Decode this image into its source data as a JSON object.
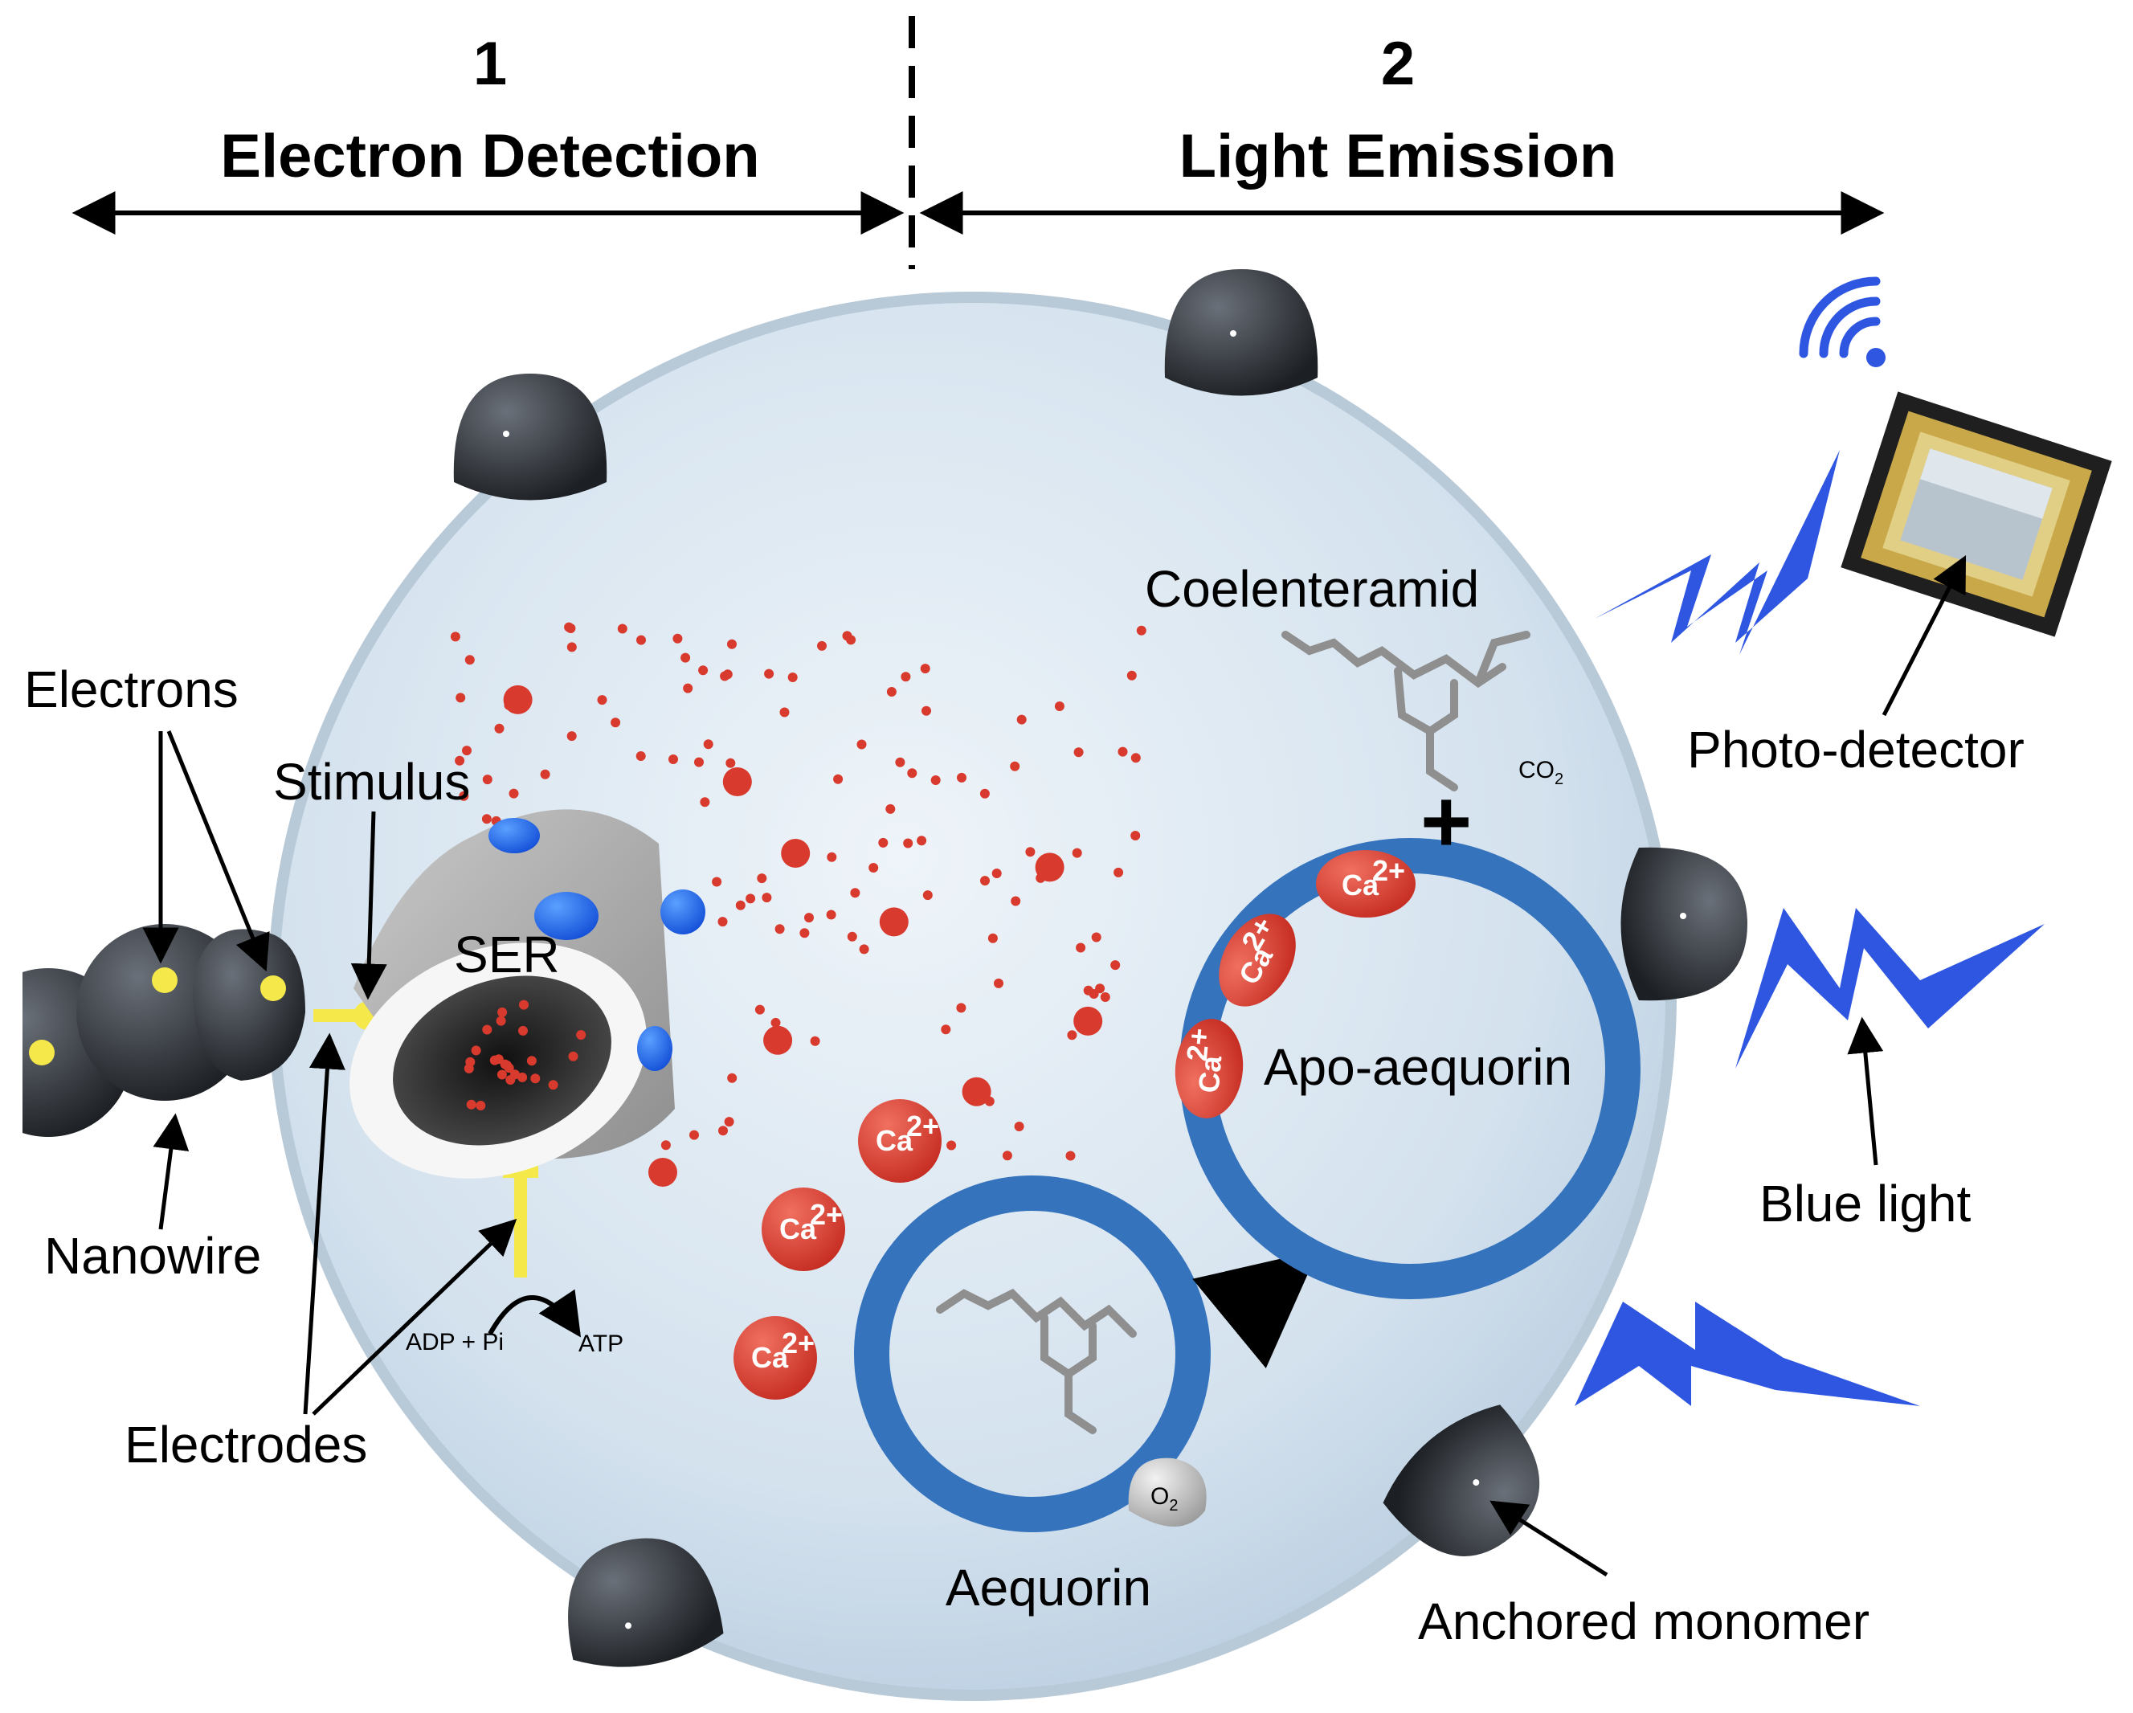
{
  "sections": {
    "left": {
      "number": "1",
      "title": "Electron Detection"
    },
    "right": {
      "number": "2",
      "title": "Light Emission"
    }
  },
  "labels": {
    "electrons": "Electrons",
    "stimulus": "Stimulus",
    "ser": "SER",
    "nanowire": "Nanowire",
    "electrodes": "Electrodes",
    "adp_pi": "ADP + Pi",
    "atp": "ATP",
    "coelenteramid": "Coelenteramid",
    "co2": "CO",
    "co2_sub": "2",
    "plus": "+",
    "apo_aequorin": "Apo-aequorin",
    "aequorin": "Aequorin",
    "o2": "O",
    "o2_sub": "2",
    "photo_detector": "Photo-detector",
    "blue_light": "Blue light",
    "anchored_monomer": "Anchored monomer",
    "calcium": "Ca",
    "calcium_charge": "2+"
  },
  "colors": {
    "cell_fill": "#d4e2ee",
    "ring_blue": "#3573bd",
    "calcium_red": "#d93a2e",
    "lightning_blue": "#2e56e0",
    "electrode_yellow": "#f5e84a",
    "monomer_dark": "#3b3f45"
  }
}
